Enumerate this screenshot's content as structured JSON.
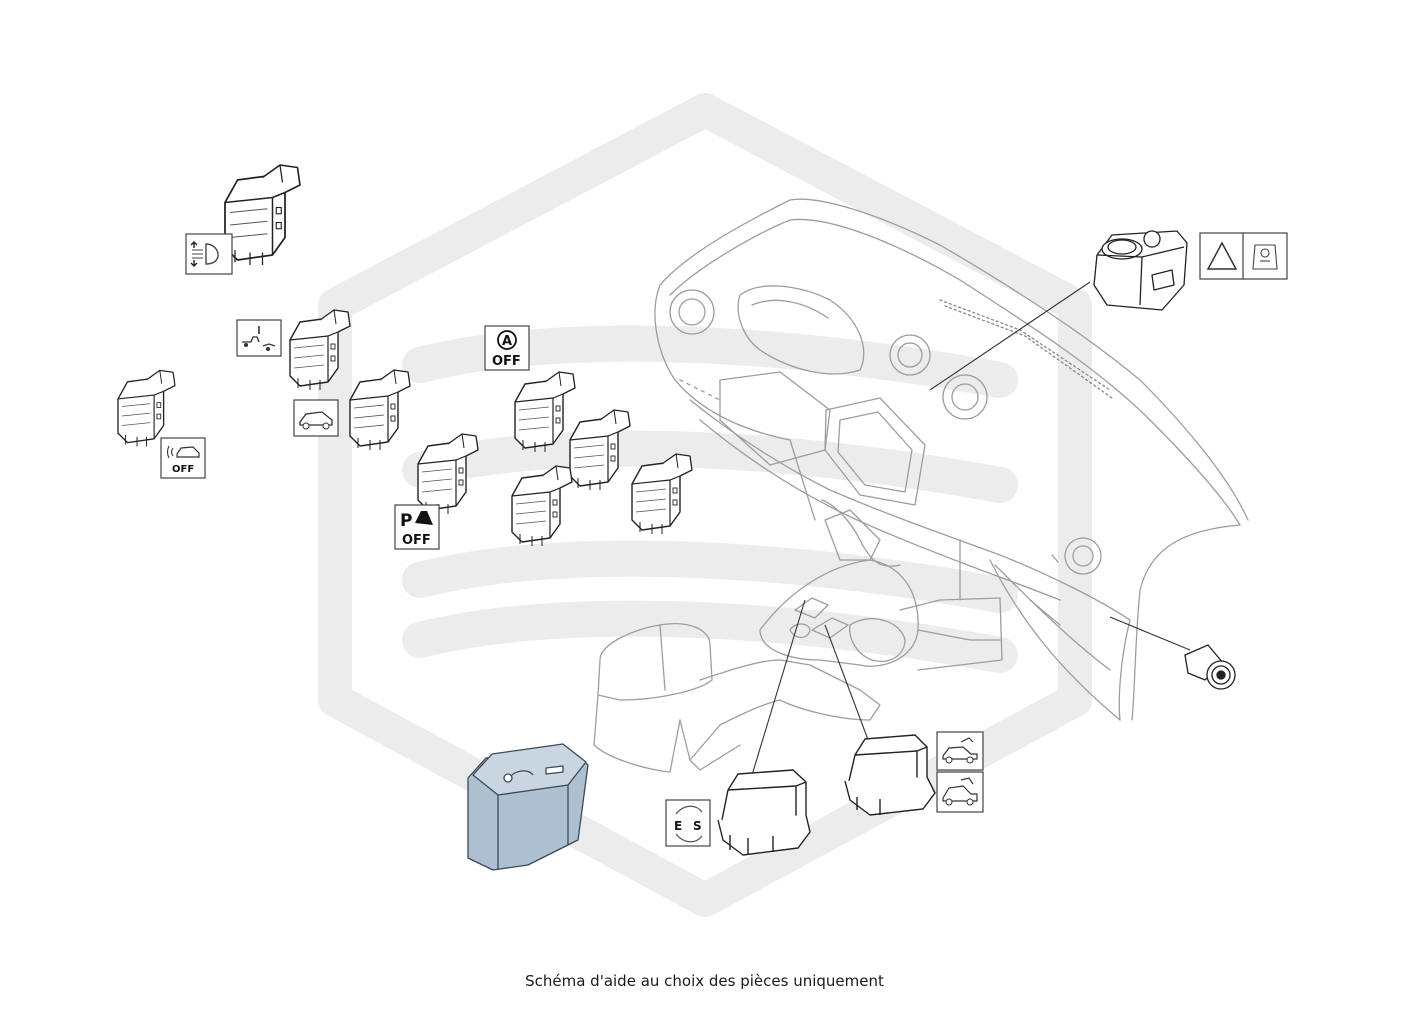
{
  "caption": "Schéma d'aide au choix des pièces uniquement",
  "icons": {
    "auto_off": {
      "letter": "A",
      "text": "OFF"
    },
    "park_off": {
      "letter": "P",
      "text": "OFF"
    },
    "alarm_off": {
      "text": "OFF"
    },
    "eco_sport": {
      "left": "E",
      "right": "S"
    }
  },
  "colors": {
    "line": "#333333",
    "light_line": "#9a9a9a",
    "watermark": "#ebebeb",
    "highlight_part": "#a9bccd"
  }
}
